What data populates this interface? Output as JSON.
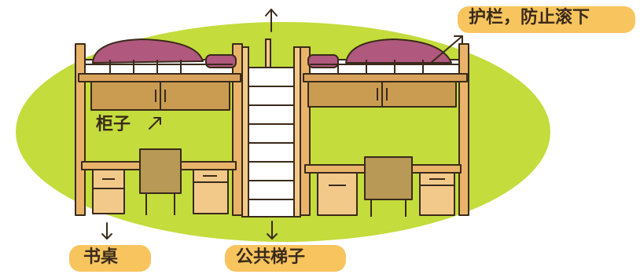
{
  "labels": {
    "guardrail": "护栏，防止滚下",
    "cabinet": "柜子",
    "desk": "书桌",
    "public_stairs": "公共梯子"
  },
  "colors": {
    "background_blob": "#c4dc3c",
    "wood_light": "#f3c98a",
    "wood_mid": "#d9a25c",
    "wood_dark": "#b98a45",
    "cabinet": "#c99c52",
    "chair": "#b89955",
    "pillow": "#b0587d",
    "pill": "#f7c45e",
    "outline": "#3a2a1a"
  },
  "icons": [
    "up-arrow-icon",
    "arrow-icon",
    "down-arrow-icon"
  ]
}
